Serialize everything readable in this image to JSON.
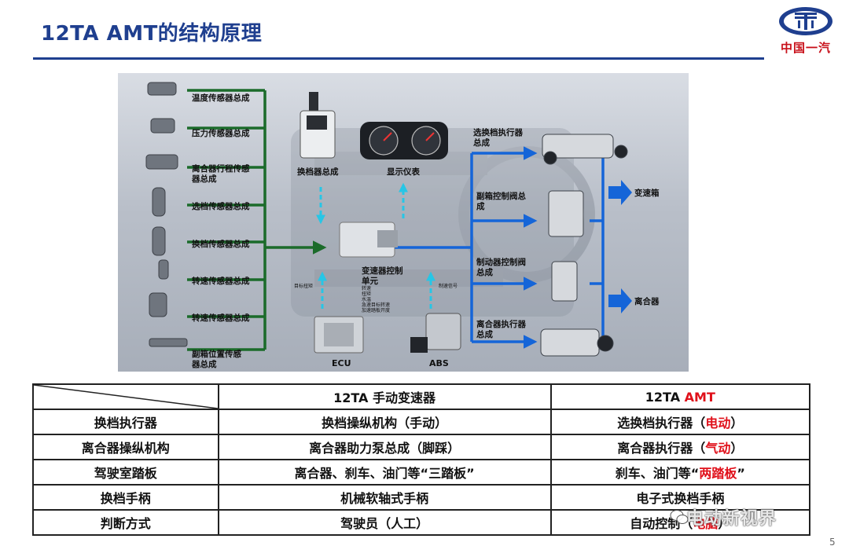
{
  "page": {
    "title": "12TA AMT的结构原理",
    "page_number": "5",
    "brand_text": "中国一汽",
    "watermark": "电动新视界"
  },
  "diagram": {
    "sensors": [
      "温度传感器总成",
      "压力传感器总成",
      "离合器行程传感\n器总成",
      "选档传感器总成",
      "换档传感器总成",
      "转速传感器总成",
      "转速传感器总成",
      "副箱位置传感\n器总成"
    ],
    "shift_assembly": "换档器总成",
    "display": "显示仪表",
    "tcu": "变速器控制\n单元",
    "tcu_signals": [
      "转速",
      "扭矩",
      "水温",
      "急速目标转速",
      "加速踏板开度"
    ],
    "target_torque": "目标扭矩",
    "brake_signal": "制速信号",
    "ecu": "ECU",
    "abs": "ABS",
    "actuators": [
      "选换档执行器\n总成",
      "副箱控制阀总\n成",
      "制动器控制阀\n总成",
      "离合器执行器\n总成"
    ],
    "outputs": [
      "变速箱",
      "离合器"
    ]
  },
  "table": {
    "header": {
      "col1": "12TA 手动变速器",
      "col2_prefix": "12TA ",
      "col2_highlight": "AMT"
    },
    "rows": [
      {
        "label": "换档执行器",
        "manual": "换档操纵机构（手动）",
        "amt_pre": "选换档执行器（",
        "amt_red": "电动",
        "amt_post": "）"
      },
      {
        "label": "离合器操纵机构",
        "manual": "离合器助力泵总成（脚踩）",
        "amt_pre": "离合器执行器（",
        "amt_red": "气动",
        "amt_post": "）"
      },
      {
        "label": "驾驶室踏板",
        "manual": "离合器、刹车、油门等“三踏板”",
        "amt_pre": "刹车、油门等“",
        "amt_red": "两踏板",
        "amt_post": "”"
      },
      {
        "label": "换档手柄",
        "manual": "机械软轴式手柄",
        "amt_pre": "电子式换档手柄",
        "amt_red": "",
        "amt_post": ""
      },
      {
        "label": "判断方式",
        "manual": "驾驶员（人工）",
        "amt_pre": "自动控制（",
        "amt_red": "电脑",
        "amt_post": "）"
      }
    ]
  },
  "colors": {
    "title": "#1f3f8f",
    "accent_red": "#e0101a",
    "bus_green": "#1b6b2a",
    "bus_blue": "#1565d8",
    "signal_cyan": "#27c6e6"
  }
}
